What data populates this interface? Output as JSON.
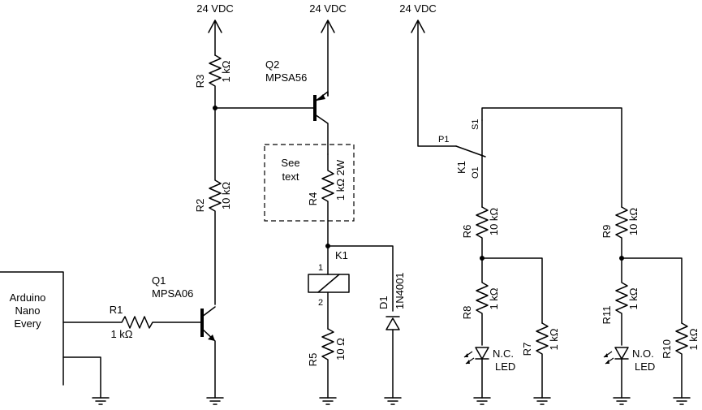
{
  "supply_label": "24 VDC",
  "controller": {
    "line1": "Arduino",
    "line2": "Nano",
    "line3": "Every"
  },
  "components": {
    "r1": {
      "ref": "R1",
      "value": "1 kΩ"
    },
    "r2": {
      "ref": "R2",
      "value": "10 kΩ"
    },
    "r3": {
      "ref": "R3",
      "value": "1 kΩ"
    },
    "r4": {
      "ref": "R4",
      "value": "1 kΩ 2W"
    },
    "r5": {
      "ref": "R5",
      "value": "10 Ω"
    },
    "r6": {
      "ref": "R6",
      "value": "10 kΩ"
    },
    "r7": {
      "ref": "R7",
      "value": "1 kΩ"
    },
    "r8": {
      "ref": "R8",
      "value": "1 kΩ"
    },
    "r9": {
      "ref": "R9",
      "value": "10 kΩ"
    },
    "r10": {
      "ref": "R10",
      "value": "1 kΩ"
    },
    "r11": {
      "ref": "R11",
      "value": "1 kΩ"
    },
    "q1": {
      "ref": "Q1",
      "part": "MPSA06"
    },
    "q2": {
      "ref": "Q2",
      "part": "MPSA56"
    },
    "d1": {
      "ref": "D1",
      "part": "1N4001"
    },
    "k1": {
      "ref": "K1",
      "pin1": "1",
      "pin2": "2",
      "p1": "P1",
      "o1": "O1",
      "s1": "S1"
    }
  },
  "see_text": {
    "line1": "See",
    "line2": "text"
  },
  "leds": {
    "nc": {
      "line1": "N.C.",
      "line2": "LED"
    },
    "no": {
      "line1": "N.O.",
      "line2": "LED"
    }
  }
}
